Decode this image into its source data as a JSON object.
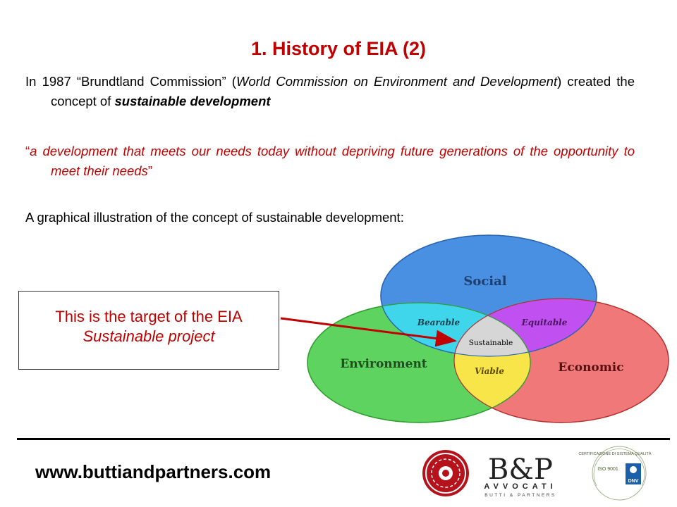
{
  "slide": {
    "title": "1. History of EIA (2)",
    "p1": {
      "a": "In 1987 “Brundtland Commission” (",
      "b": "World Commission on Environment and Development",
      "c": ") created the concept of ",
      "d": "sustainable development"
    },
    "p2": {
      "open": "“",
      "body": "a development that meets our needs today without depriving future generations of the opportunity to meet their needs",
      "close": "”"
    },
    "p3": "A graphical illustration of the concept of sustainable development:"
  },
  "diagram": {
    "social": "Social",
    "environment": "Environment",
    "economic": "Economic",
    "bearable": "Bearable",
    "equitable": "Equitable",
    "viable": "Viable",
    "sustainable": "Sustainable",
    "colors": {
      "social": "#4a90e2",
      "environment": "#5fd35f",
      "economic": "#f07878",
      "bearable": "#3fd6ec",
      "equitable": "#c050f0",
      "viable": "#f7e54a",
      "sustainable": "#d4d4d4",
      "arrow": "#c00000"
    }
  },
  "callout": {
    "line1": "This is the target of the EIA",
    "line2": "Sustainable project"
  },
  "footer": {
    "url": "www.buttiandpartners.com",
    "logo_bp": "B&P",
    "logo_avvocati": "AVVOCATI",
    "logo_sub": "BUTTI & PARTNERS",
    "cert_text": "CERTIFICAZIONE DI SISTEMA QUALITÀ",
    "cert_iso": "ISO 9001",
    "cert_dnv": "DNV"
  }
}
